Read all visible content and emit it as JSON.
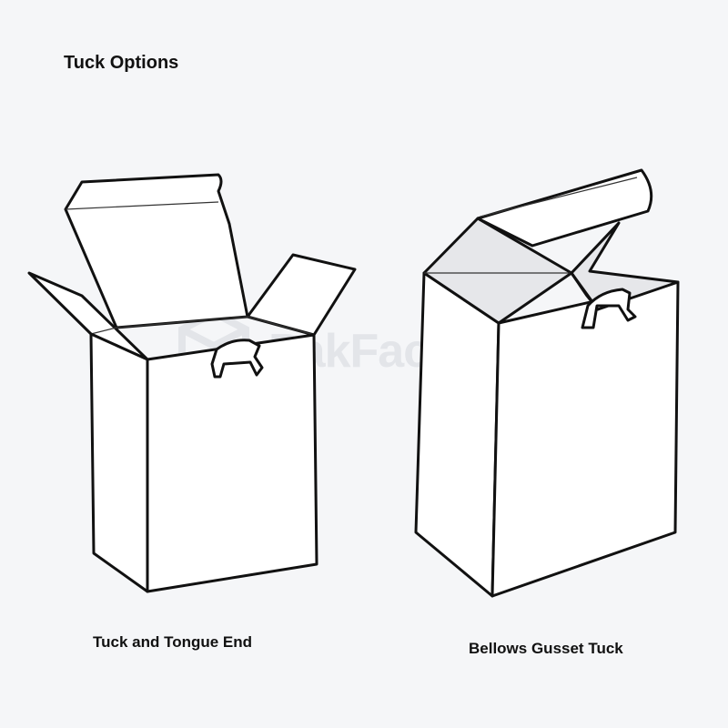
{
  "title": "Tuck Options",
  "captions": {
    "left": "Tuck and Tongue End",
    "right": "Bellows Gusset Tuck"
  },
  "watermark": {
    "text": "PakFactory",
    "mark": "®"
  },
  "colors": {
    "background": "#f5f6f8",
    "outline": "#111111",
    "panel": "#ffffff",
    "gusset": "#e6e7ea",
    "watermark": "#e3e5e9"
  }
}
